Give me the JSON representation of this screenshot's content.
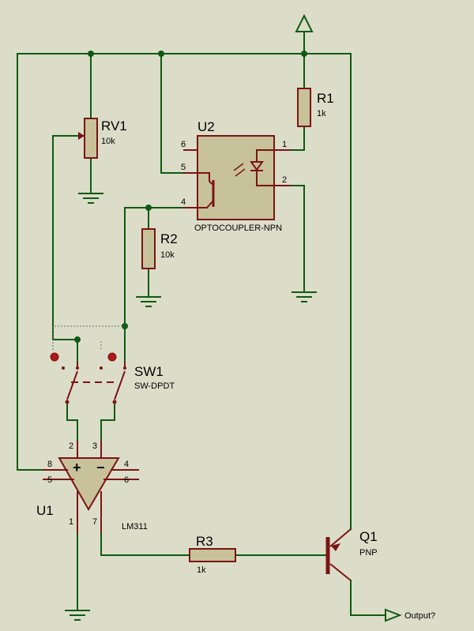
{
  "components": {
    "rv1": {
      "ref": "RV1",
      "value": "10k"
    },
    "r1": {
      "ref": "R1",
      "value": "1k"
    },
    "r2": {
      "ref": "R2",
      "value": "10k"
    },
    "r3": {
      "ref": "R3",
      "value": "1k"
    },
    "u2": {
      "ref": "U2",
      "value": "OPTOCOUPLER-NPN",
      "pins": [
        "6",
        "5",
        "4",
        "1",
        "2"
      ]
    },
    "sw1": {
      "ref": "SW1",
      "value": "SW-DPDT"
    },
    "u1": {
      "ref": "U1",
      "value": "LM311",
      "pins": [
        "8",
        "5",
        "4",
        "6",
        "2",
        "3",
        "1",
        "7"
      ],
      "plus": "+",
      "minus": "−"
    },
    "q1": {
      "ref": "Q1",
      "value": "PNP"
    }
  },
  "terminals": {
    "output_label": "Output?"
  },
  "colors": {
    "background": "#dcddc9",
    "wire": "#0f5a12",
    "component": "#7a1414",
    "component_fill": "#c8c29a"
  },
  "icons": {
    "power": "power-arrow-icon",
    "ground": "ground-icon",
    "output": "output-terminal-icon"
  }
}
